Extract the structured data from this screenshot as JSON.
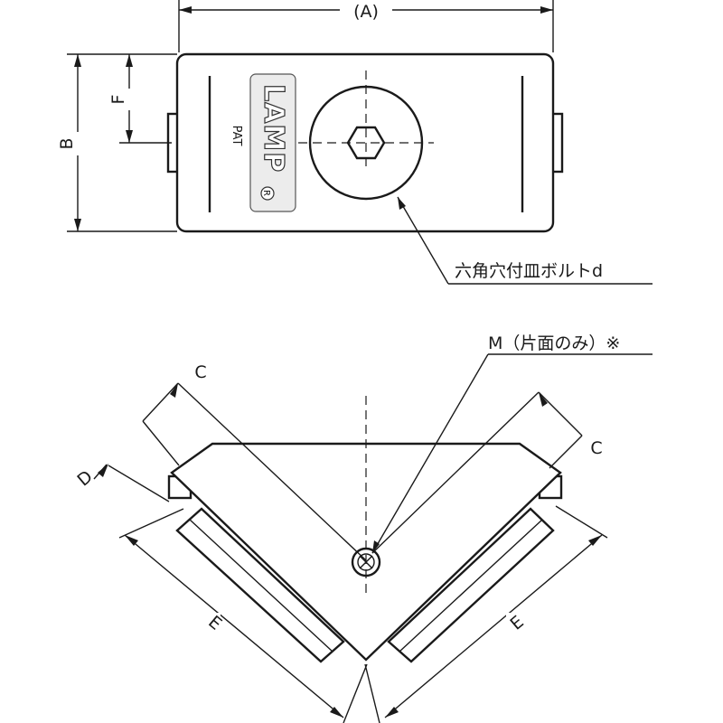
{
  "dimensions": {
    "A": "(A)",
    "B": "B",
    "F": "F",
    "C_left": "C",
    "C_right": "C",
    "D": "D",
    "E_left": "E",
    "E_right": "E"
  },
  "top_view": {
    "pat_mark": "PAT",
    "logo_text": "LAMP",
    "logo_mark": "R"
  },
  "callouts": {
    "bolt": "六角穴付皿ボルトd",
    "thread": "M（片面のみ）※"
  }
}
